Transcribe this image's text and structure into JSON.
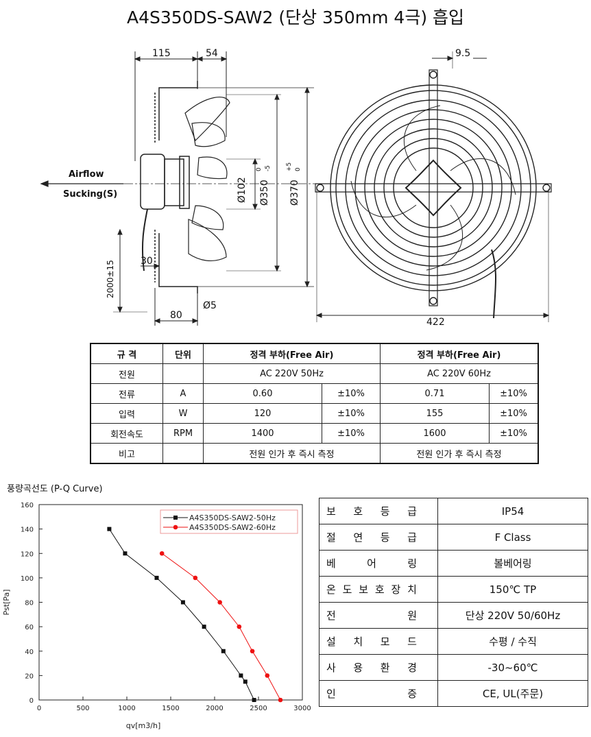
{
  "title": "A4S350DS-SAW2 (단상 350mm 4극) 흡입",
  "drawing": {
    "dim_115": "115",
    "dim_54": "54",
    "dim_9_5": "9.5",
    "airflow": "Airflow",
    "sucking": "Sucking(S)",
    "dia_102": "Ø102",
    "dia_350": "Ø350",
    "tol_350_upper": "0",
    "tol_350_lower": "-5",
    "dia_370": "Ø370",
    "tol_370_upper": "+5",
    "tol_370_lower": "0",
    "cable_length": "2000±15",
    "dim_30": "30",
    "dim_80": "80",
    "dim_phi5": "Ø5",
    "dim_422": "422"
  },
  "spec_table": {
    "headers": [
      "규 격",
      "단위",
      "정격 부하(Free Air)",
      "정격 부하(Free Air)"
    ],
    "power_label": "전원",
    "power_50": "AC 220V 50Hz",
    "power_60": "AC 220V 60Hz",
    "rows": [
      {
        "label": "전류",
        "unit": "A",
        "v50": "0.60",
        "t50": "±10%",
        "v60": "0.71",
        "t60": "±10%"
      },
      {
        "label": "입력",
        "unit": "W",
        "v50": "120",
        "t50": "±10%",
        "v60": "155",
        "t60": "±10%"
      },
      {
        "label": "회전속도",
        "unit": "RPM",
        "v50": "1400",
        "t50": "±10%",
        "v60": "1600",
        "t60": "±10%"
      }
    ],
    "note_label": "비고",
    "note_50": "전원 인가 후 즉시 측정",
    "note_60": "전원 인가 후 즉시 측정"
  },
  "curve_title": "풍량곡선도 (P-Q Curve)",
  "chart_data": {
    "type": "line",
    "xlabel": "qv[m3/h]",
    "ylabel": "Pst[Pa]",
    "xlim": [
      0,
      3000
    ],
    "ylim": [
      0,
      160
    ],
    "xticks": [
      0,
      500,
      1000,
      1500,
      2000,
      2500,
      3000
    ],
    "yticks": [
      0,
      20,
      40,
      60,
      80,
      100,
      120,
      140,
      160
    ],
    "legend_position": "top-right",
    "grid": false,
    "series": [
      {
        "name": "A4S350DS-SAW2-50Hz",
        "color": "#111111",
        "marker": "square",
        "x": [
          800,
          980,
          1340,
          1640,
          1880,
          2100,
          2300,
          2350,
          2450
        ],
        "y": [
          140,
          120,
          100,
          80,
          60,
          40,
          20,
          15,
          0
        ]
      },
      {
        "name": "A4S350DS-SAW2-60Hz",
        "color": "#ee1111",
        "marker": "circle",
        "x": [
          1400,
          1780,
          2060,
          2280,
          2430,
          2600,
          2750
        ],
        "y": [
          120,
          100,
          80,
          60,
          40,
          20,
          0
        ]
      }
    ]
  },
  "properties": [
    {
      "label": [
        "보",
        "호",
        "등",
        "급"
      ],
      "value": "IP54"
    },
    {
      "label": [
        "절",
        "연",
        "등",
        "급"
      ],
      "value": "F Class"
    },
    {
      "label": [
        "베",
        "어",
        "링"
      ],
      "value": "볼베어링"
    },
    {
      "label": [
        "온",
        "도",
        "보",
        "호",
        "장",
        "치"
      ],
      "value": "150℃ TP"
    },
    {
      "label": [
        "전",
        "원"
      ],
      "value": "단상 220V 50/60Hz"
    },
    {
      "label": [
        "설",
        "치",
        "모",
        "드"
      ],
      "value": "수평 / 수직"
    },
    {
      "label": [
        "사",
        "용",
        "환",
        "경"
      ],
      "value": "-30~60℃"
    },
    {
      "label": [
        "인",
        "증"
      ],
      "value": "CE, UL(주문)"
    }
  ]
}
